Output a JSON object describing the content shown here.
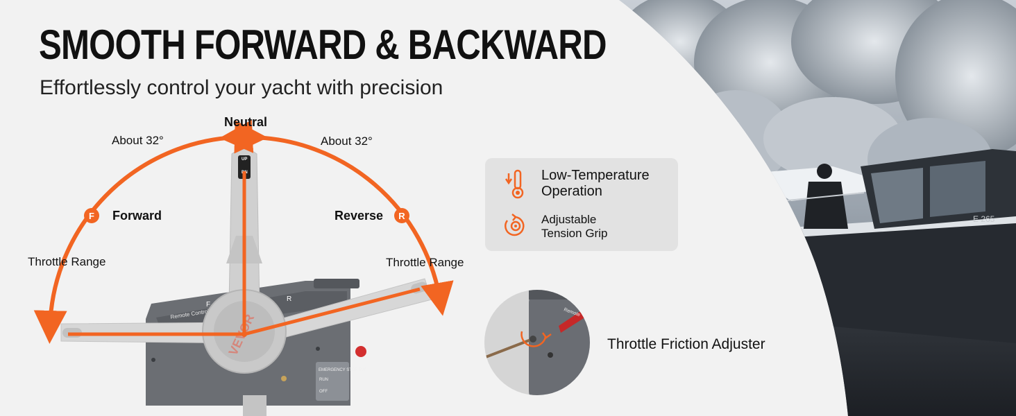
{
  "header": {
    "title": "SMOOTH FORWARD & BACKWARD",
    "subtitle": "Effortlessly control your yacht with precision"
  },
  "diagram": {
    "neutral_label": "Neutral",
    "left_angle_label": "About 32°",
    "right_angle_label": "About 32°",
    "forward_label": "Forward",
    "reverse_label": "Reverse",
    "forward_badge": "F",
    "reverse_badge": "R",
    "left_range_label": "Throttle Range",
    "right_range_label": "Throttle Range",
    "lever_up": "UP",
    "lever_dn": "DN",
    "housing_text": "Remote Control",
    "brand_text": "VEVOR",
    "plate_text": "EMERGENCY STOP SW",
    "plate_run": "RUN",
    "plate_off": "OFF"
  },
  "features": [
    {
      "icon": "thermometer-icon",
      "label": "Low-Temperature Operation"
    },
    {
      "icon": "tension-grip-icon",
      "label": "Adjustable Tension Grip"
    }
  ],
  "detail": {
    "label": "Throttle Friction Adjuster",
    "housing_text": "Remote"
  },
  "colors": {
    "accent": "#f26522",
    "background": "#f2f2f2",
    "housing": "#6b6e73",
    "lever": "#d7d7d7"
  }
}
